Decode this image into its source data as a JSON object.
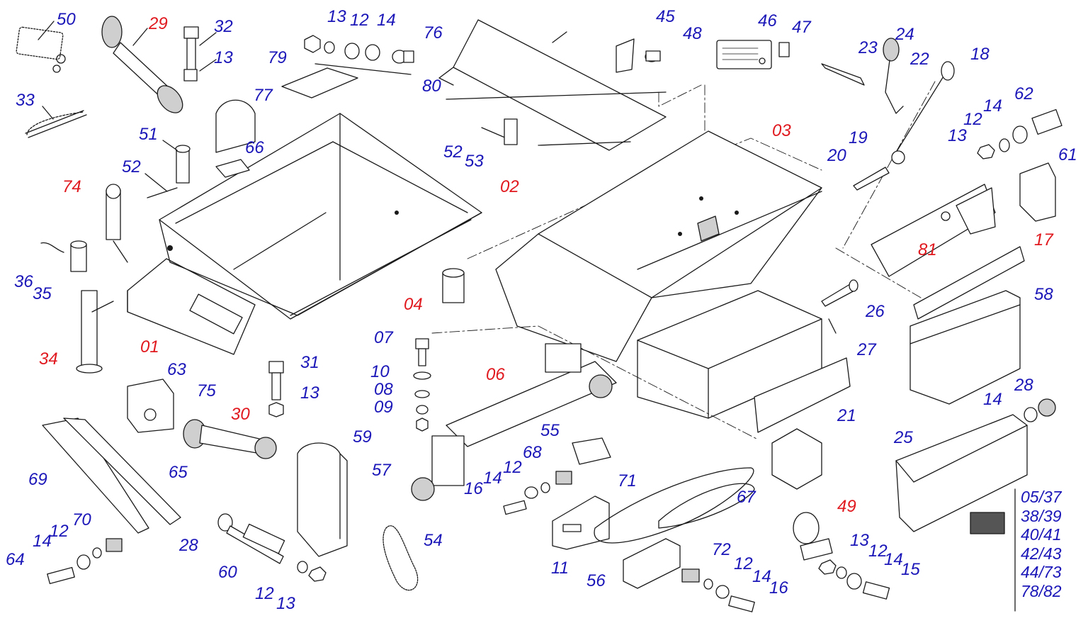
{
  "labels": [
    {
      "id": "50",
      "color": "blue"
    },
    {
      "id": "29",
      "color": "red"
    },
    {
      "id": "32",
      "color": "blue"
    },
    {
      "id": "13",
      "color": "blue"
    },
    {
      "id": "33",
      "color": "blue"
    },
    {
      "id": "51",
      "color": "blue"
    },
    {
      "id": "52",
      "color": "blue"
    },
    {
      "id": "74",
      "color": "red"
    },
    {
      "id": "36",
      "color": "blue"
    },
    {
      "id": "35",
      "color": "blue"
    },
    {
      "id": "34",
      "color": "red"
    },
    {
      "id": "01",
      "color": "red"
    },
    {
      "id": "13",
      "color": "blue"
    },
    {
      "id": "12",
      "color": "blue"
    },
    {
      "id": "14",
      "color": "blue"
    },
    {
      "id": "76",
      "color": "blue"
    },
    {
      "id": "79",
      "color": "blue"
    },
    {
      "id": "77",
      "color": "blue"
    },
    {
      "id": "66",
      "color": "blue"
    },
    {
      "id": "80",
      "color": "blue"
    },
    {
      "id": "45",
      "color": "blue"
    },
    {
      "id": "48",
      "color": "blue"
    },
    {
      "id": "46",
      "color": "blue"
    },
    {
      "id": "47",
      "color": "blue"
    },
    {
      "id": "23",
      "color": "blue"
    },
    {
      "id": "24",
      "color": "blue"
    },
    {
      "id": "22",
      "color": "blue"
    },
    {
      "id": "18",
      "color": "blue"
    },
    {
      "id": "62",
      "color": "blue"
    },
    {
      "id": "14",
      "color": "blue"
    },
    {
      "id": "12",
      "color": "blue"
    },
    {
      "id": "13",
      "color": "blue"
    },
    {
      "id": "61",
      "color": "blue"
    },
    {
      "id": "03",
      "color": "red"
    },
    {
      "id": "19",
      "color": "blue"
    },
    {
      "id": "20",
      "color": "blue"
    },
    {
      "id": "52",
      "color": "blue"
    },
    {
      "id": "53",
      "color": "blue"
    },
    {
      "id": "02",
      "color": "red"
    },
    {
      "id": "04",
      "color": "red"
    },
    {
      "id": "81",
      "color": "red"
    },
    {
      "id": "17",
      "color": "red"
    },
    {
      "id": "58",
      "color": "blue"
    },
    {
      "id": "26",
      "color": "blue"
    },
    {
      "id": "27",
      "color": "blue"
    },
    {
      "id": "07",
      "color": "blue"
    },
    {
      "id": "10",
      "color": "blue"
    },
    {
      "id": "08",
      "color": "blue"
    },
    {
      "id": "09",
      "color": "blue"
    },
    {
      "id": "06",
      "color": "red"
    },
    {
      "id": "31",
      "color": "blue"
    },
    {
      "id": "13",
      "color": "blue"
    },
    {
      "id": "63",
      "color": "blue"
    },
    {
      "id": "75",
      "color": "blue"
    },
    {
      "id": "30",
      "color": "red"
    },
    {
      "id": "21",
      "color": "blue"
    },
    {
      "id": "28",
      "color": "blue"
    },
    {
      "id": "14",
      "color": "blue"
    },
    {
      "id": "25",
      "color": "blue"
    },
    {
      "id": "69",
      "color": "blue"
    },
    {
      "id": "65",
      "color": "blue"
    },
    {
      "id": "59",
      "color": "blue"
    },
    {
      "id": "57",
      "color": "blue"
    },
    {
      "id": "55",
      "color": "blue"
    },
    {
      "id": "68",
      "color": "blue"
    },
    {
      "id": "12",
      "color": "blue"
    },
    {
      "id": "14",
      "color": "blue"
    },
    {
      "id": "16",
      "color": "blue"
    },
    {
      "id": "71",
      "color": "blue"
    },
    {
      "id": "67",
      "color": "blue"
    },
    {
      "id": "70",
      "color": "blue"
    },
    {
      "id": "12",
      "color": "blue"
    },
    {
      "id": "14",
      "color": "blue"
    },
    {
      "id": "64",
      "color": "blue"
    },
    {
      "id": "28",
      "color": "blue"
    },
    {
      "id": "60",
      "color": "blue"
    },
    {
      "id": "12",
      "color": "blue"
    },
    {
      "id": "13",
      "color": "blue"
    },
    {
      "id": "54",
      "color": "blue"
    },
    {
      "id": "11",
      "color": "blue"
    },
    {
      "id": "56",
      "color": "blue"
    },
    {
      "id": "72",
      "color": "blue"
    },
    {
      "id": "12",
      "color": "blue"
    },
    {
      "id": "14",
      "color": "blue"
    },
    {
      "id": "16",
      "color": "blue"
    },
    {
      "id": "49",
      "color": "red"
    },
    {
      "id": "13",
      "color": "blue"
    },
    {
      "id": "12",
      "color": "blue"
    },
    {
      "id": "14",
      "color": "blue"
    },
    {
      "id": "15",
      "color": "blue"
    }
  ],
  "decal_list": [
    "05/37",
    "38/39",
    "40/41",
    "42/43",
    "44/73",
    "78/82"
  ],
  "colors": {
    "label_blue": "#1a16b8",
    "label_red": "#e0191f",
    "line": "#1a1a1a"
  }
}
